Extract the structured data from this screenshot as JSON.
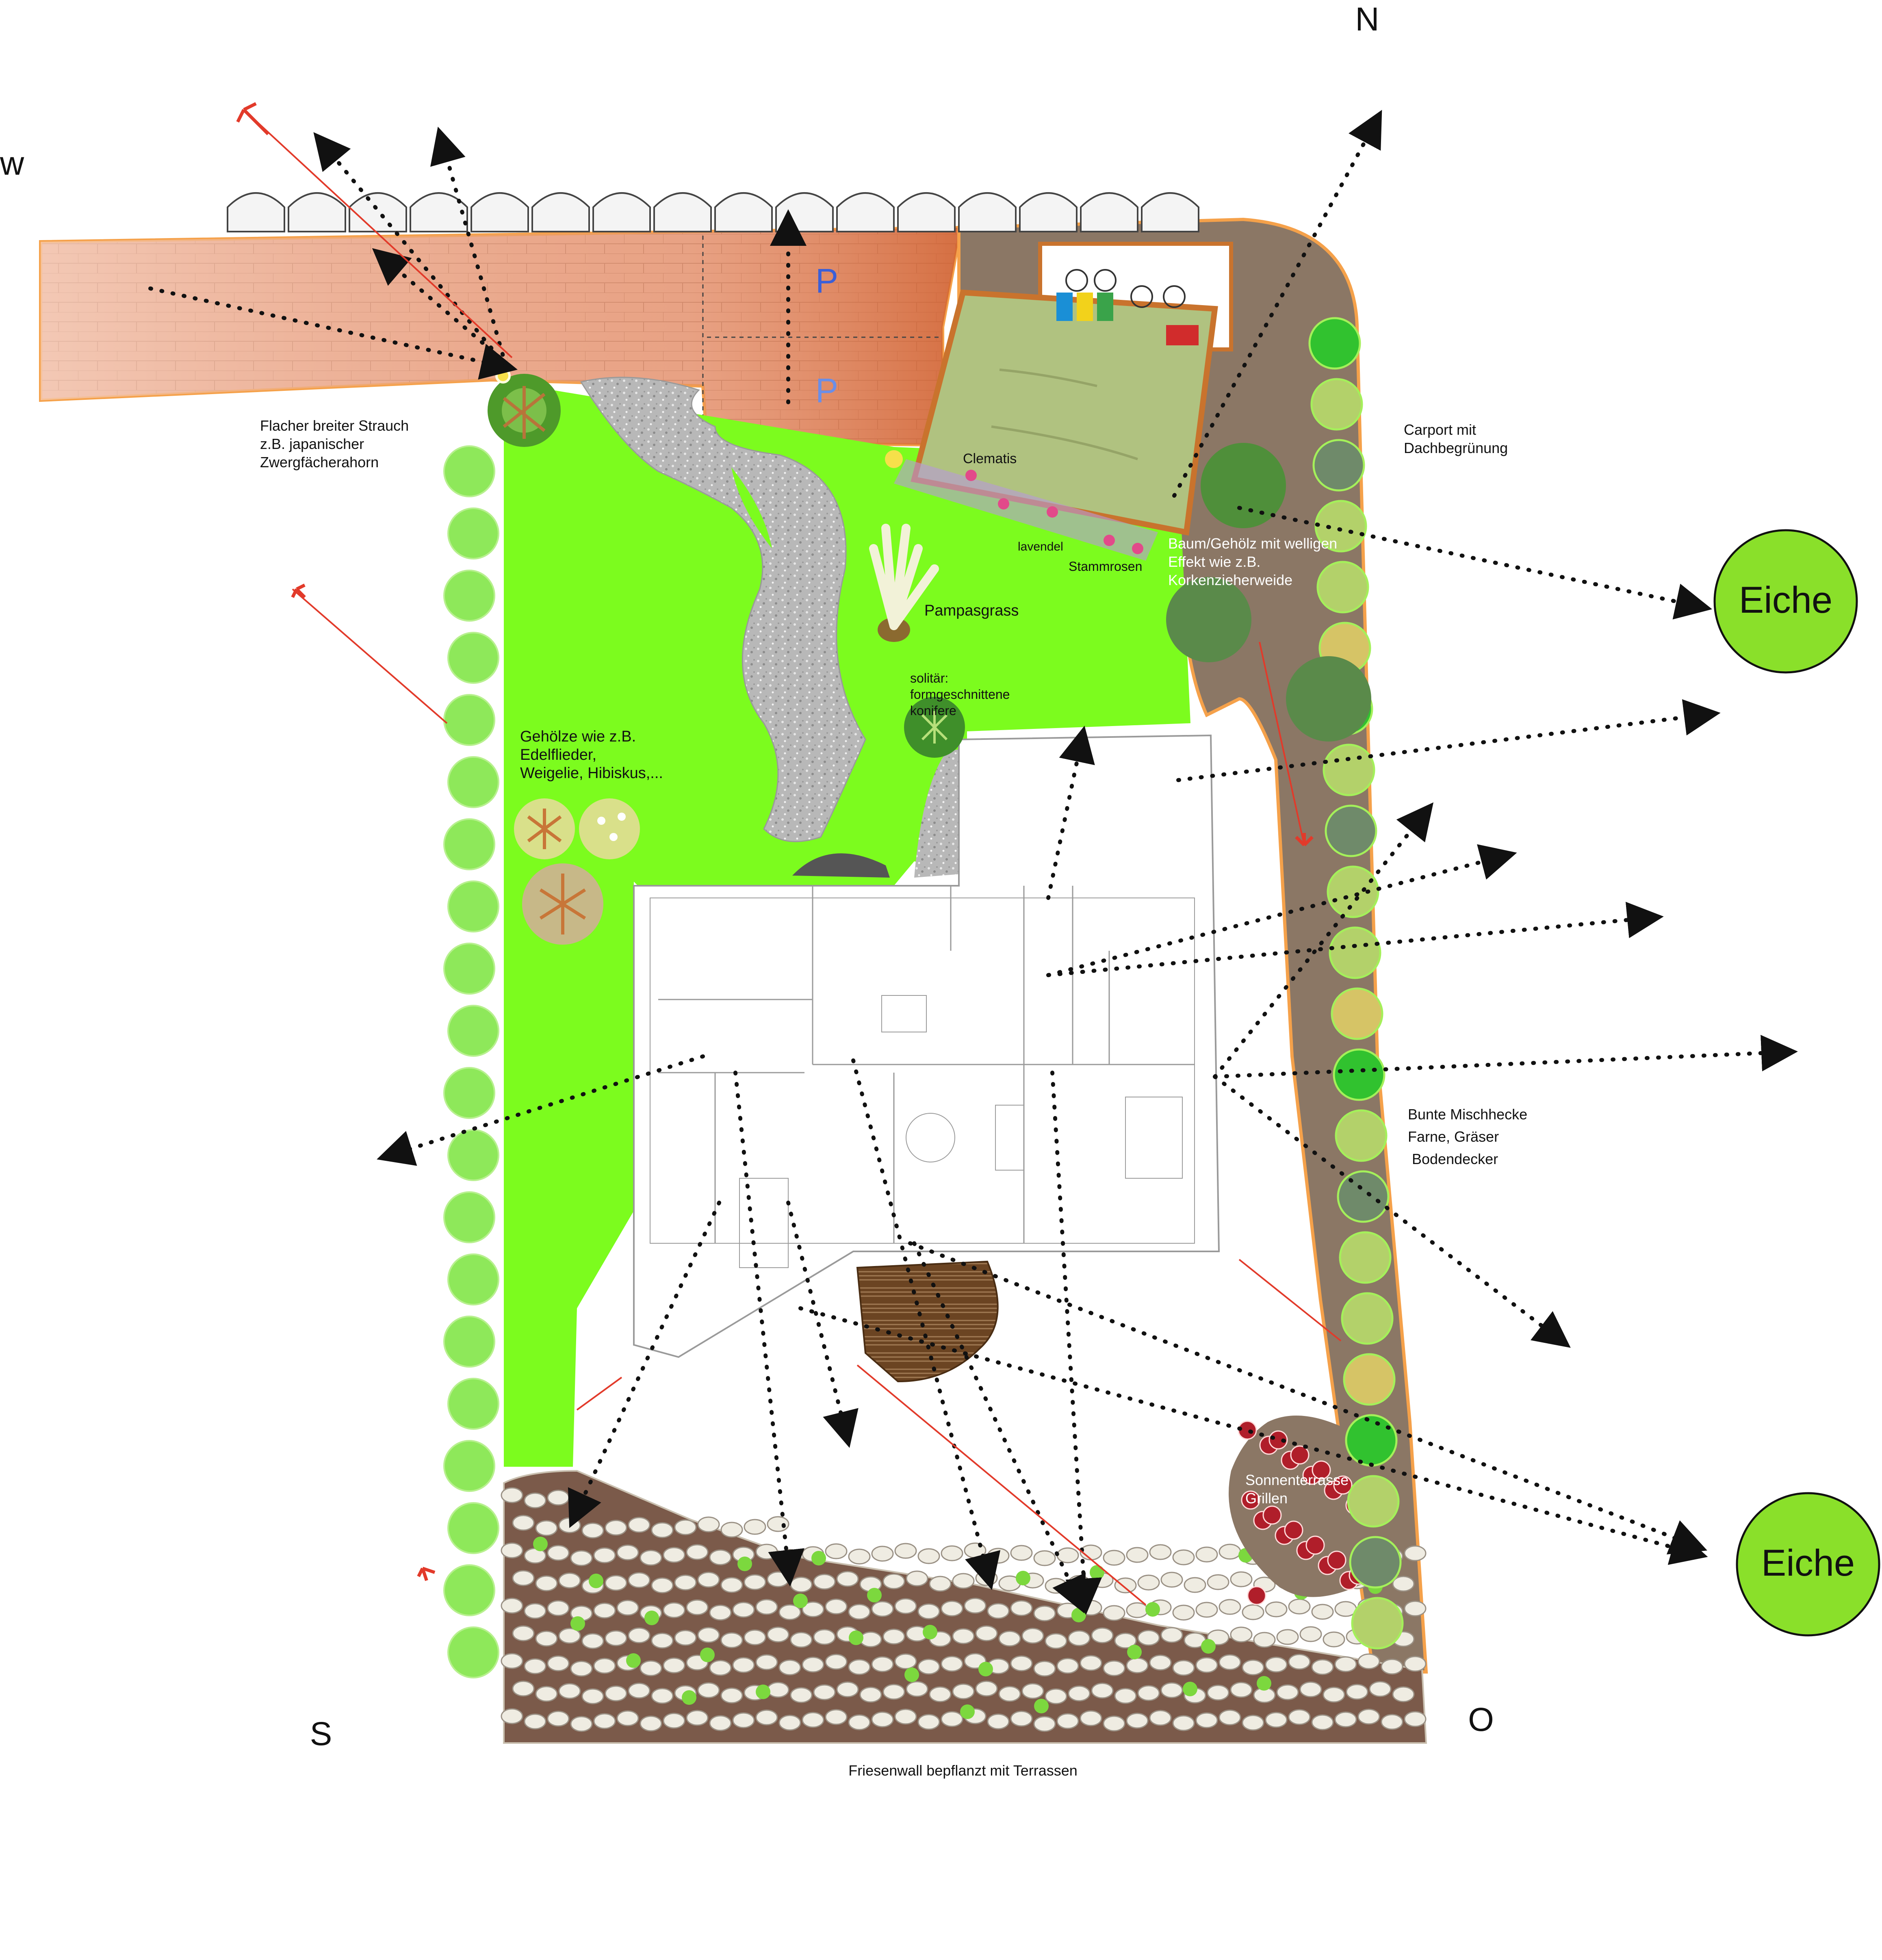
{
  "compass": {
    "north": "N",
    "west": "w",
    "south": "S",
    "east": "O"
  },
  "parking": {
    "spot_upper": "P",
    "spot_lower": "P"
  },
  "labels": {
    "shrub_flat": [
      "Flacher breiter Strauch",
      "z.B. japanischer",
      "Zwergfächerahorn"
    ],
    "carport": [
      "Carport mit",
      "Dachbegrünung"
    ],
    "clematis": "Clematis",
    "lavendel": "lavendel",
    "stammrosen": "Stammrosen",
    "tree_wavy": [
      "Baum/Gehölz mit welligen",
      "Effekt wie z.B.",
      "Korkenzieherweide"
    ],
    "pampas": "Pampasgrass",
    "conifer": [
      "solitär:",
      "formgeschnittene",
      "konifere"
    ],
    "woody": [
      "Gehölze wie z.B.",
      "Edelflieder,",
      "Weigelie, Hibiskus,..."
    ],
    "hedge": [
      "Bunte Mischhecke",
      "Farne, Gräser",
      " Bodendecker"
    ],
    "sun_terrace": [
      "Sonnenterrasse",
      "Grillen"
    ],
    "friesenwall": "Friesenwall bepflanzt mit Terrassen",
    "oak_top": "Eiche",
    "oak_bottom": "Eiche"
  },
  "colors": {
    "lawn": "#7cfc1e",
    "brick": "#e89a78",
    "soil": "#8b7765",
    "gravel": "#b5b5b5",
    "oak": "#8ae02a",
    "deck": "#6b4422",
    "stones": "#efece2",
    "wall_line": "#f5a14a"
  }
}
